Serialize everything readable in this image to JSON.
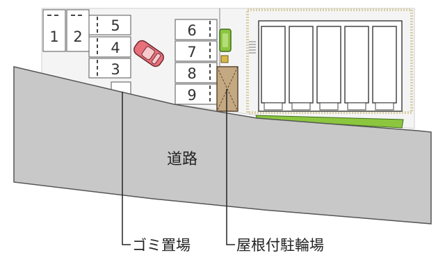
{
  "map": {
    "parking_slots": [
      "1",
      "2",
      "3",
      "4",
      "5",
      "6",
      "7",
      "8",
      "9"
    ],
    "road_label": "道路",
    "callouts": {
      "garbage": "ゴミ置場",
      "bicycle": "屋根付駐輪場"
    },
    "colors": {
      "road": "#c8c8c8",
      "lot": "#f4f4f4",
      "outline": "#333333",
      "car": "#e8707a",
      "hedge": "#8cc63f",
      "bike_shelter": "#c4a882",
      "garden_border": "#d8cfa6"
    }
  }
}
